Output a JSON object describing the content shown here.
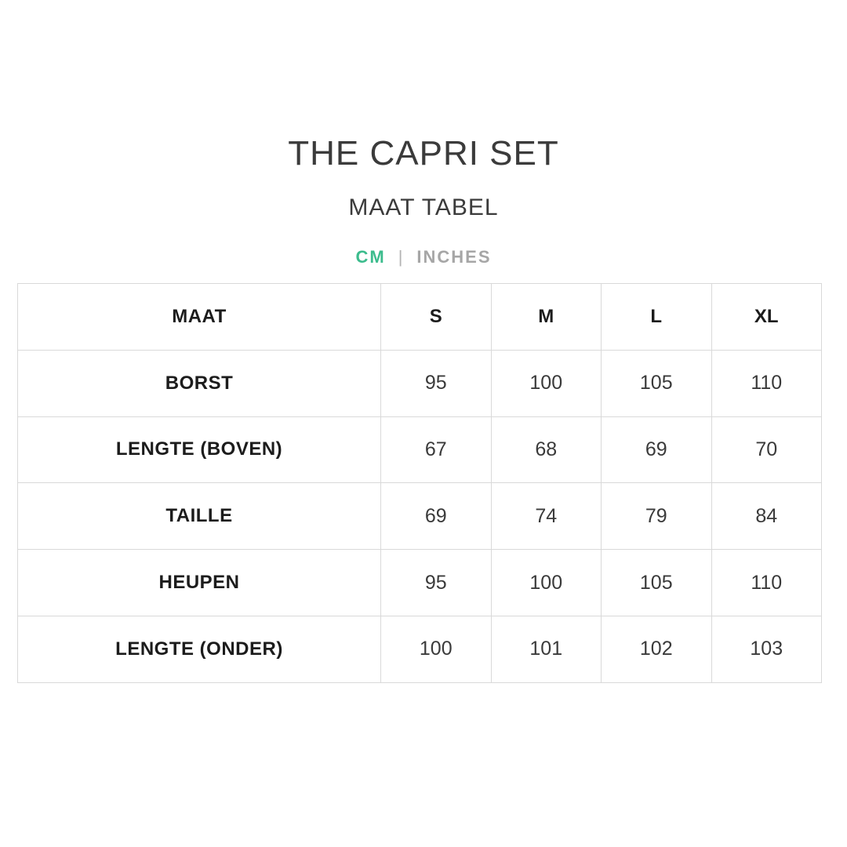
{
  "page": {
    "title": "THE CAPRI SET",
    "subtitle": "MAAT TABEL"
  },
  "unit_toggle": {
    "cm_label": "CM",
    "separator": "|",
    "inches_label": "INCHES",
    "active_unit": "CM",
    "active_color": "#3cbc8d",
    "inactive_color": "#a6a6a6"
  },
  "size_table": {
    "border_color": "#d9d9d9",
    "header": [
      "MAAT",
      "S",
      "M",
      "L",
      "XL"
    ],
    "rows": [
      {
        "label": "BORST",
        "values": [
          "95",
          "100",
          "105",
          "110"
        ]
      },
      {
        "label": "LENGTE (BOVEN)",
        "values": [
          "67",
          "68",
          "69",
          "70"
        ]
      },
      {
        "label": "TAILLE",
        "values": [
          "69",
          "74",
          "79",
          "84"
        ]
      },
      {
        "label": "HEUPEN",
        "values": [
          "95",
          "100",
          "105",
          "110"
        ]
      },
      {
        "label": "LENGTE (ONDER)",
        "values": [
          "100",
          "101",
          "102",
          "103"
        ]
      }
    ]
  }
}
